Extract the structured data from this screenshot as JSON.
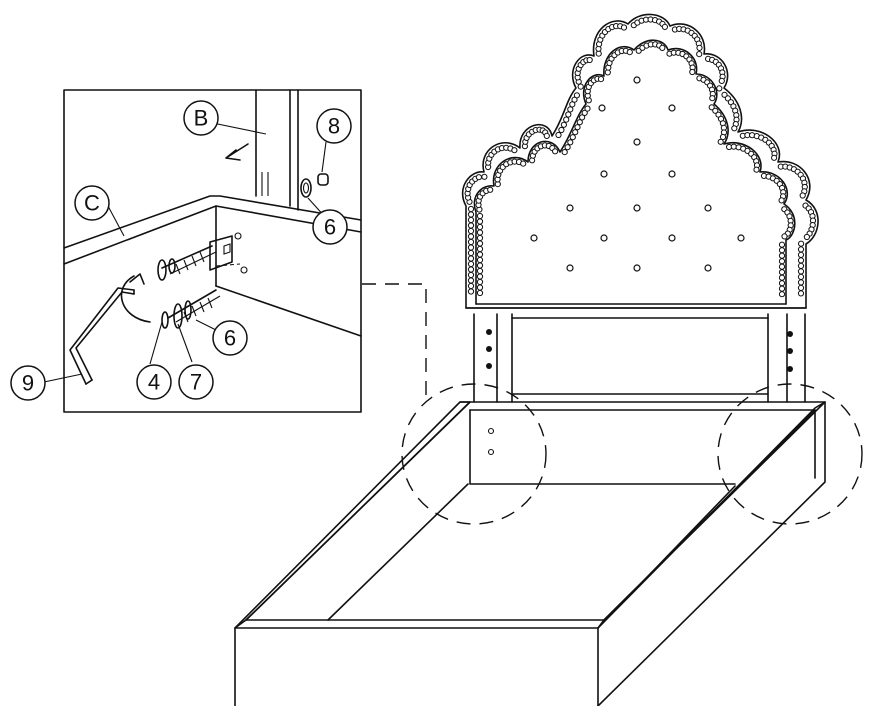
{
  "labels": {
    "part_b": "B",
    "part_c": "C",
    "item_4": "4",
    "item_6_top": "6",
    "item_6_bottom": "6",
    "item_7": "7",
    "item_8": "8",
    "item_9": "9"
  },
  "colors": {
    "ink": "#111111",
    "paper": "#ffffff"
  }
}
